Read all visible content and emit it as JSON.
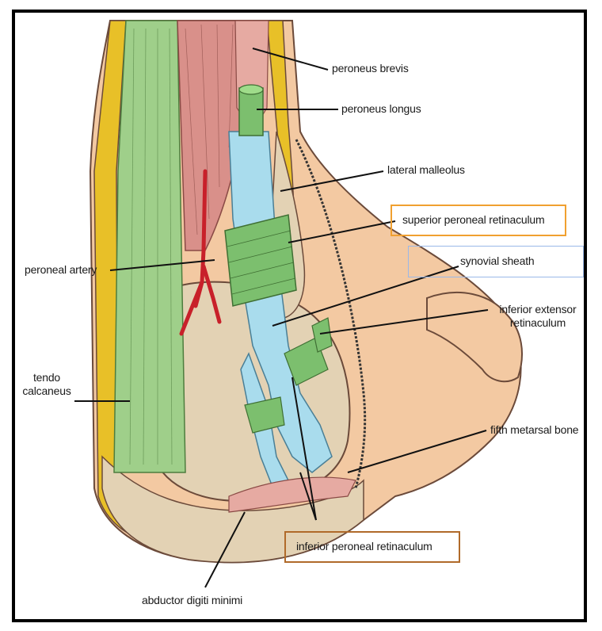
{
  "labels": {
    "peroneus_brevis": "peroneus brevis",
    "peroneus_longus": "peroneus longus",
    "lateral_malleolus": "lateral malleolus",
    "superior_peroneal_retinaculum": "superior peroneal retinaculum",
    "synovial_sheath": "synovial sheath",
    "inferior_extensor_retinaculum_1": "inferior extensor",
    "inferior_extensor_retinaculum_2": "retinaculum",
    "peroneal_artery": "peroneal artery",
    "tendo_calcaneus_1": "tendo",
    "tendo_calcaneus_2": "calcaneus",
    "fifth_metatarsal_bone": "fifth metarsal bone",
    "inferior_peroneal_retinaculum": "inferior peroneal retinaculum",
    "abductor_digiti_minimi": "abductor digiti minimi"
  },
  "highlight_colors": {
    "orange_box": "#f0a030",
    "blue_box": "#9ab8e8",
    "brown_box": "#b06a2a"
  },
  "tissue_colors": {
    "skin": "#f3c9a2",
    "fat": "#e8c028",
    "tendon_green": "#7cbf6e",
    "sheath_blue": "#a9dced",
    "muscle_pink": "#d9908a",
    "artery_red": "#c8202a",
    "bone": "#e3d2b4"
  }
}
